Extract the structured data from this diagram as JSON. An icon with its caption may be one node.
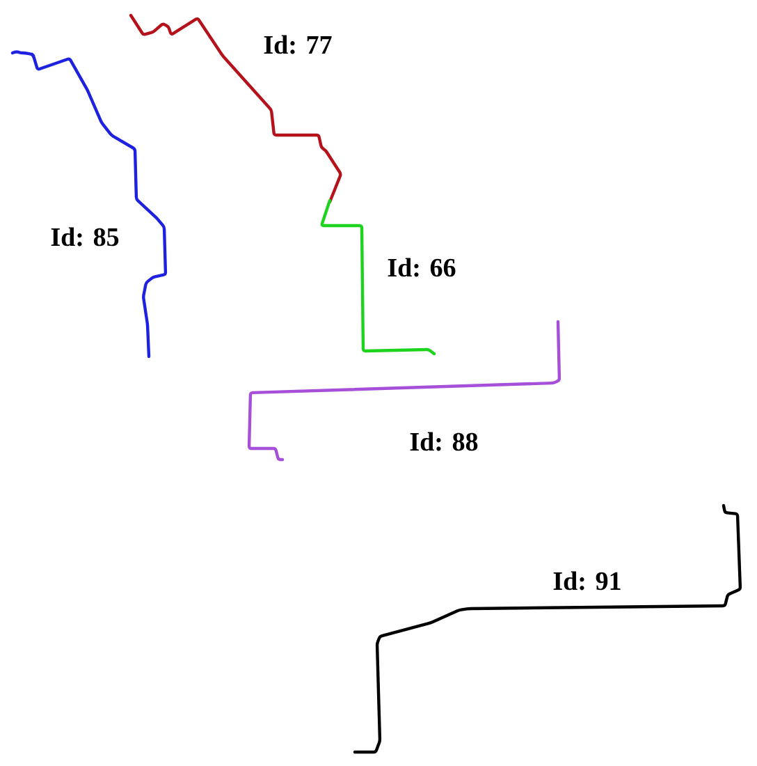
{
  "diagram": {
    "labels": [
      "Id: 77",
      "Id: 85",
      "Id: 66",
      "Id: 88",
      "Id: 91"
    ]
  }
}
